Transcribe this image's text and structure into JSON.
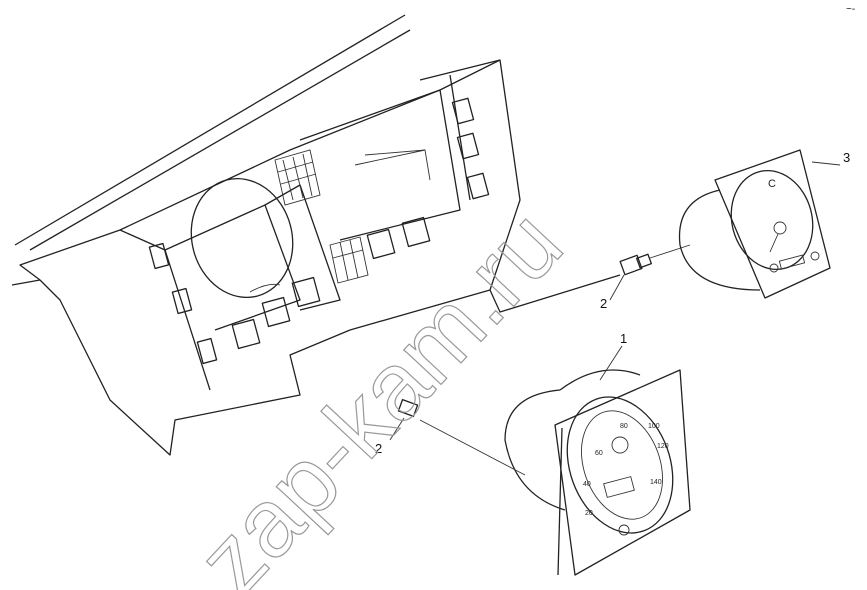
{
  "diagram": {
    "callouts": {
      "speedometer": "1",
      "lamp_holder_upper": "2",
      "lamp_holder_lower": "2",
      "clock": "3"
    },
    "speedometer_scale": [
      "20",
      "40",
      "60",
      "80",
      "100",
      "120",
      "140"
    ],
    "clock_mark": "C",
    "corner_mark": "~-"
  },
  "watermark": "zap-kam.ru"
}
